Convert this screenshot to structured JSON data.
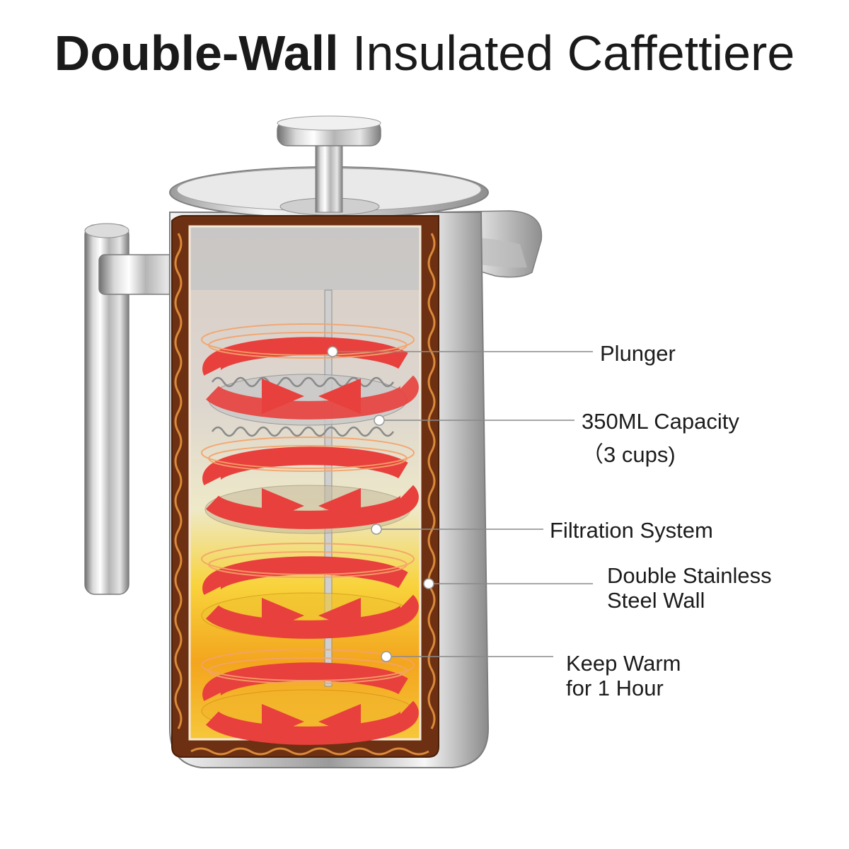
{
  "headline": {
    "bold": "Double-Wall",
    "rest": "Insulated Caffettiere"
  },
  "callouts": [
    {
      "lines": [
        "Plunger"
      ]
    },
    {
      "lines": [
        "350ML Capacity",
        "（3 cups)"
      ]
    },
    {
      "lines": [
        "Filtration System"
      ]
    },
    {
      "lines": [
        "Double Stainless",
        "Steel Wall"
      ]
    },
    {
      "lines": [
        "Keep Warm",
        "for 1 Hour"
      ]
    }
  ],
  "colors": {
    "steel_light": "#f2f2f2",
    "steel_dark": "#8c8c8c",
    "wall_brown": "#7a3a16",
    "heat_arrow": "#e8403c",
    "coffee_yellow": "#f7c21a",
    "coffee_orange": "#f08a16"
  }
}
